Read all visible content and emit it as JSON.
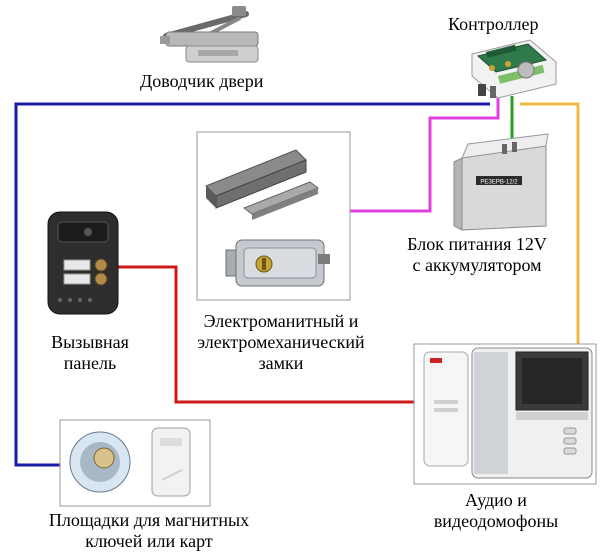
{
  "labels": {
    "door_closer": "Доводчик двери",
    "controller": "Контроллер",
    "power_line1": "Блок питания 12V",
    "power_line2": "с аккумулятором",
    "locks_line1": "Электроманитный и",
    "locks_line2": "электромеханический",
    "locks_line3": "замки",
    "panel_line1": "Вызывная",
    "panel_line2": "панель",
    "readers_line1": "Площадки для магнитных",
    "readers_line2": "ключей или карт",
    "intercom_line1": "Аудио и",
    "intercom_line2": "видеодомофоны",
    "psu_badge": "РЕЗЕРВ-12/2"
  },
  "wire_colors": {
    "blue": "#1a1aa8",
    "red": "#cc1a1a",
    "magenta": "#e040e0",
    "green": "#2aa02a",
    "yellow": "#f0b840"
  }
}
